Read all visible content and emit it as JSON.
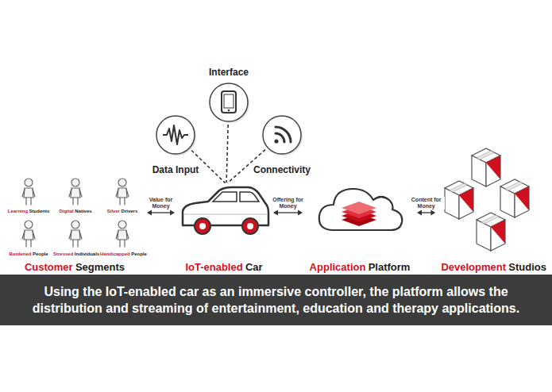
{
  "diagram": {
    "caption": "Using the IoT-enabled car as an immersive controller, the platform allows the distribution and streaming of entertainment, education and therapy applications.",
    "nodes": [
      {
        "text": [
          "Interface"
        ]
      },
      {
        "text": [
          "Data Input"
        ]
      },
      {
        "text": [
          "Connectivity"
        ]
      },
      {
        "text": [
          "Customer",
          "Segments"
        ]
      },
      {
        "text": [
          "Learning",
          "Students"
        ],
        "in": 3
      },
      {
        "text": [
          "Digital",
          "Natives"
        ],
        "in": 3
      },
      {
        "text": [
          "Silver",
          "Drivers"
        ],
        "in": 3
      },
      {
        "text": [
          "Burdened",
          "People"
        ],
        "in": 3
      },
      {
        "text": [
          "Stressed",
          "Individuals"
        ],
        "in": 3
      },
      {
        "text": [
          "Handicapped",
          "People"
        ],
        "in": 3
      },
      {
        "text": [
          "IoT-enabled",
          "Car"
        ]
      },
      {
        "text": [
          "Application",
          "Platform"
        ]
      },
      {
        "text": [
          "Development",
          "Studios"
        ]
      }
    ],
    "edges": [
      {
        "from": 3,
        "to": 10,
        "label": "Value for Money",
        "arrow": "both"
      },
      {
        "from": 10,
        "to": 11,
        "label": "Offering for Money",
        "arrow": "both"
      },
      {
        "from": 11,
        "to": 12,
        "label": "Content for Money",
        "arrow": "both"
      },
      {
        "from": 0,
        "to": 10,
        "arrow": "none"
      },
      {
        "from": 1,
        "to": 10,
        "arrow": "none"
      },
      {
        "from": 2,
        "to": 10,
        "arrow": "none"
      }
    ]
  }
}
